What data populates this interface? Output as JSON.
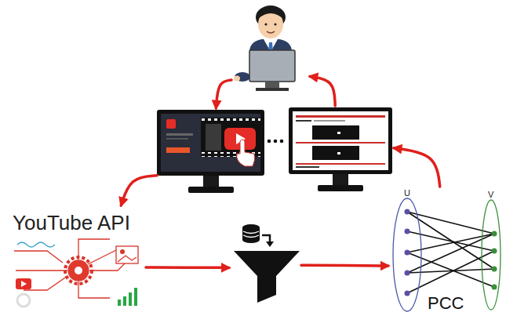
{
  "diagram": {
    "nodes": [
      {
        "text": []
      },
      {
        "text": []
      },
      {
        "text": []
      },
      {
        "text": [
          "YouTube API"
        ]
      },
      {
        "text": []
      },
      {
        "text": [
          "PCC"
        ]
      },
      {
        "text": [
          "U"
        ],
        "in": 5
      },
      {
        "text": [
          "V"
        ],
        "in": 5
      }
    ],
    "edges": [
      {
        "from": 0,
        "to": 1,
        "arrow": "to"
      },
      {
        "from": 1,
        "to": 3,
        "arrow": "to"
      },
      {
        "from": 3,
        "to": 4,
        "arrow": "to"
      },
      {
        "from": 4,
        "to": 5,
        "arrow": "to"
      },
      {
        "from": 5,
        "to": 2,
        "arrow": "to"
      },
      {
        "from": 2,
        "to": 0,
        "arrow": "to"
      }
    ]
  }
}
